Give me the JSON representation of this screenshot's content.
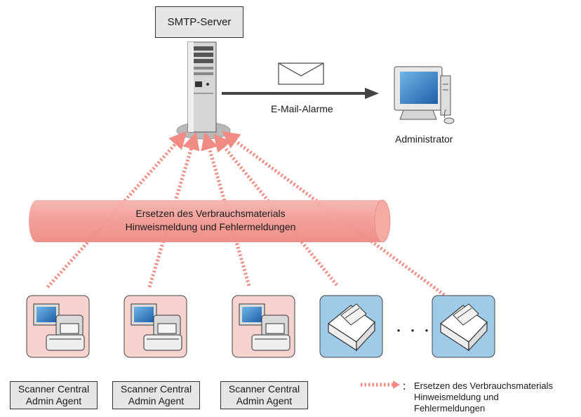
{
  "smtp_server": {
    "label": "SMTP-Server"
  },
  "email": {
    "label": "E-Mail-Alarme"
  },
  "administrator": {
    "label": "Administrator"
  },
  "notification_band": {
    "line1": "Ersetzen des Verbrauchsmaterials",
    "line2": "Hinweismeldung und Fehlermeldungen"
  },
  "agents": [
    {
      "line1": "Scanner Central",
      "line2": "Admin Agent"
    },
    {
      "line1": "Scanner Central",
      "line2": "Admin Agent"
    },
    {
      "line1": "Scanner Central",
      "line2": "Admin Agent"
    }
  ],
  "ellipsis": "・・・",
  "legend": {
    "colon": "：",
    "line1": "Ersetzen des Verbrauchsmaterials",
    "line2": "Hinweismeldung und",
    "line3": "Fehlermeldungen"
  },
  "colors": {
    "dotted_arrow": "#f08c84",
    "band_fill": "#f29a95",
    "agent_tile": "#f7d3d0",
    "scanner_tile": "#9fcbe9",
    "label_box": "#e6e6e6"
  }
}
